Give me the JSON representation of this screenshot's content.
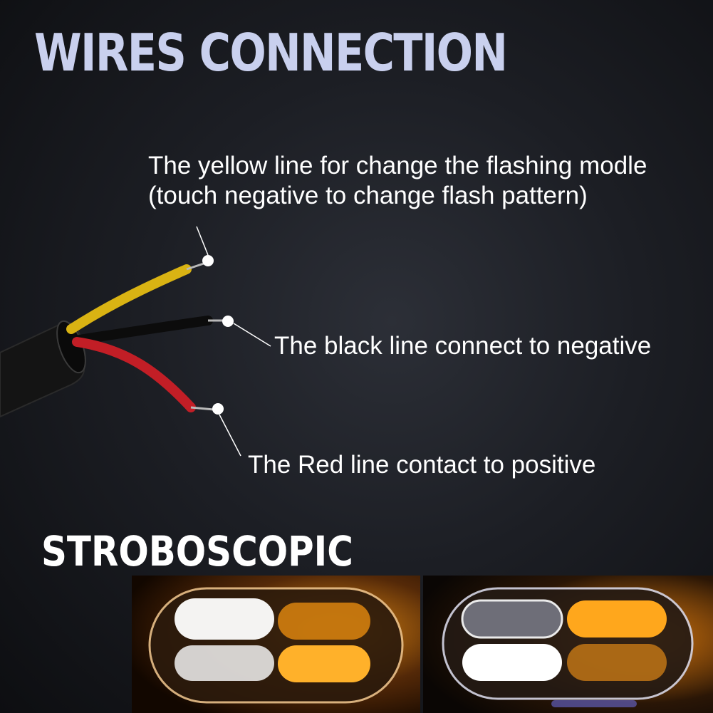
{
  "header": {
    "title": "WIRES CONNECTION"
  },
  "labels": {
    "yellow_line_1": "The yellow line for change the flashing modle",
    "yellow_line_2": "(touch negative to change flash pattern)",
    "black": "The black line connect to negative",
    "red": "The Red line contact to positive"
  },
  "section": {
    "subtitle": "STROBOSCOPIC"
  },
  "colors": {
    "title": "#c9d0ee",
    "wire_yellow": "#e8c21a",
    "wire_black": "#151515",
    "wire_red": "#c8202a",
    "led_white": "#ffffff",
    "led_amber": "#ff9a10"
  }
}
